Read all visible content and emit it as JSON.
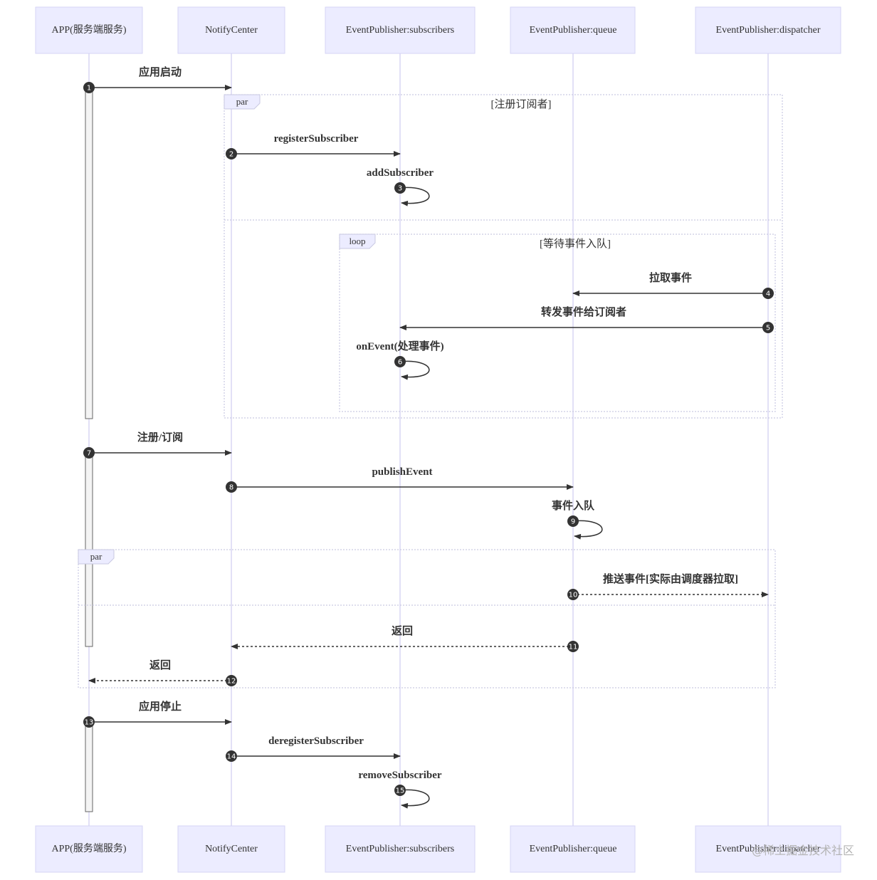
{
  "actors": [
    {
      "id": "app",
      "label": "APP(服务端服务)"
    },
    {
      "id": "nc",
      "label": "NotifyCenter"
    },
    {
      "id": "subs",
      "label": "EventPublisher:subscribers"
    },
    {
      "id": "queue",
      "label": "EventPublisher:queue"
    },
    {
      "id": "disp",
      "label": "EventPublisher:dispatcher"
    }
  ],
  "frames": [
    {
      "kind": "par",
      "title": "[注册订阅者]"
    },
    {
      "kind": "loop",
      "title": "[等待事件入队]"
    },
    {
      "kind": "par",
      "title": ""
    }
  ],
  "messages": [
    {
      "num": "1",
      "from": "app",
      "to": "nc",
      "text": "应用启动",
      "dotted": false
    },
    {
      "num": "2",
      "from": "nc",
      "to": "subs",
      "text": "registerSubscriber",
      "dotted": false
    },
    {
      "num": "3",
      "from": "subs",
      "to": "subs",
      "text": "addSubscriber",
      "dotted": false
    },
    {
      "num": "4",
      "from": "disp",
      "to": "queue",
      "text": "拉取事件",
      "dotted": false
    },
    {
      "num": "5",
      "from": "disp",
      "to": "subs",
      "text": "转发事件给订阅者",
      "dotted": false
    },
    {
      "num": "6",
      "from": "subs",
      "to": "subs",
      "text": "onEvent(处理事件)",
      "dotted": false
    },
    {
      "num": "7",
      "from": "app",
      "to": "nc",
      "text": "注册/订阅",
      "dotted": false
    },
    {
      "num": "8",
      "from": "nc",
      "to": "queue",
      "text": "publishEvent",
      "dotted": false
    },
    {
      "num": "9",
      "from": "queue",
      "to": "queue",
      "text": "事件入队",
      "dotted": false
    },
    {
      "num": "10",
      "from": "queue",
      "to": "disp",
      "text": "推送事件[实际由调度器拉取]",
      "dotted": true
    },
    {
      "num": "11",
      "from": "queue",
      "to": "nc",
      "text": "返回",
      "dotted": true
    },
    {
      "num": "12",
      "from": "nc",
      "to": "app",
      "text": "返回",
      "dotted": true
    },
    {
      "num": "13",
      "from": "app",
      "to": "nc",
      "text": "应用停止",
      "dotted": false
    },
    {
      "num": "14",
      "from": "nc",
      "to": "subs",
      "text": "deregisterSubscriber",
      "dotted": false
    },
    {
      "num": "15",
      "from": "subs",
      "to": "subs",
      "text": "removeSubscriber",
      "dotted": false
    }
  ],
  "watermark": "@稀土掘金技术社区",
  "colors": {
    "actor_fill": "#ececff",
    "actor_border": "#d6d4f5",
    "lifeline": "#d9d6f3",
    "arrow": "#333333",
    "frame_border": "#c9c9e2"
  }
}
